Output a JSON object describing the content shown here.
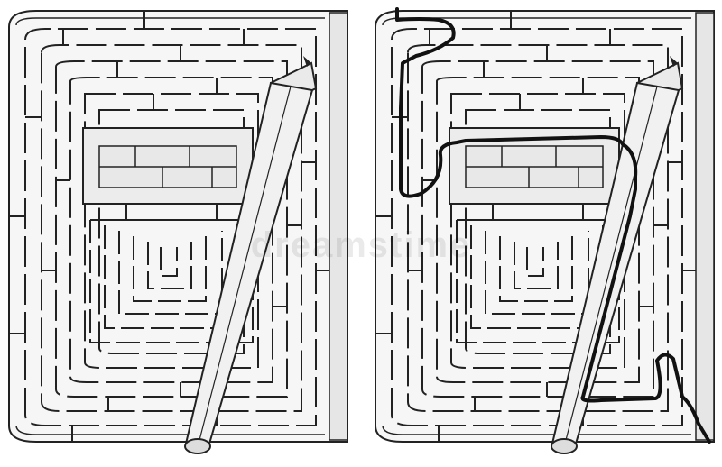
{
  "puzzle": {
    "theme": "pencil-and-notebook",
    "mazes": [
      {
        "role": "puzzle",
        "solution_shown": false
      },
      {
        "role": "solution",
        "solution_shown": true
      }
    ]
  },
  "watermark": {
    "text": "dreamstime"
  },
  "colors": {
    "background": "#ffffff",
    "maze_fill": "#f2f2f2",
    "wall": "#222222",
    "solution": "#111111",
    "pencil": "#eeeeee"
  }
}
